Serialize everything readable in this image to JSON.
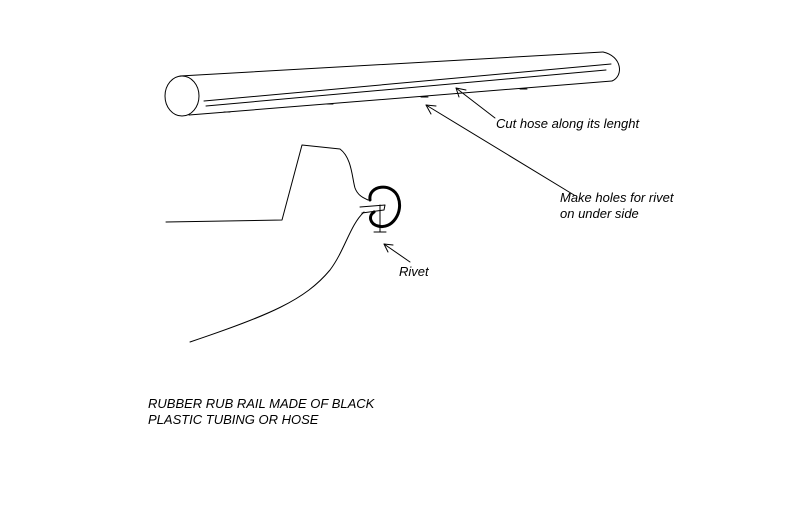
{
  "labels": {
    "cut_hose": "Cut hose along its lenght",
    "holes_line1": "Make holes for rivet",
    "holes_line2": "on under side",
    "rivet": "Rivet",
    "caption_line1": "RUBBER RUB RAIL MADE OF BLACK",
    "caption_line2": "PLASTIC TUBING OR HOSE"
  },
  "colors": {
    "ink": "#000000",
    "background": "#ffffff"
  }
}
